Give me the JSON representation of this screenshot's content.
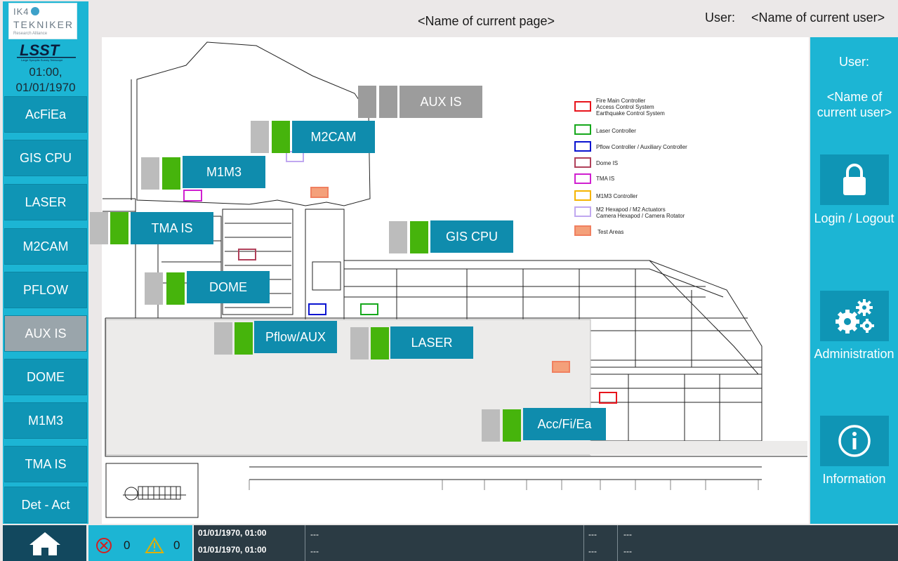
{
  "header": {
    "page_name": "<Name of current page>",
    "user_label": "User:",
    "user_name": "<Name of current user>"
  },
  "left_panel": {
    "logo_text_top": "IK4",
    "logo_text_main": "TEKNIKER",
    "logo_text_sub": "Research Alliance",
    "logo_lsst": "LSST",
    "logo_lsst_sub": "Large Synoptic Survey Telescope",
    "time": "01:00,",
    "date": "01/01/1970",
    "nav": [
      {
        "label": "AcFiEa"
      },
      {
        "label": "GIS CPU"
      },
      {
        "label": "LASER"
      },
      {
        "label": "M2CAM"
      },
      {
        "label": "PFLOW"
      },
      {
        "label": "AUX IS",
        "selected": true
      },
      {
        "label": "DOME"
      },
      {
        "label": "M1M3"
      },
      {
        "label": "TMA IS"
      },
      {
        "label": "Det - Act"
      }
    ]
  },
  "right_panel": {
    "user_label": "User:",
    "user_name": "<Name of current user>",
    "login_label": "Login / Logout",
    "admin_label": "Administration",
    "info_label": "Information"
  },
  "diagram": {
    "subsystems": [
      {
        "name": "AUX IS"
      },
      {
        "name": "M2CAM"
      },
      {
        "name": "M1M3"
      },
      {
        "name": "TMA IS"
      },
      {
        "name": "GIS CPU"
      },
      {
        "name": "DOME"
      },
      {
        "name": "Pflow/AUX"
      },
      {
        "name": "LASER"
      },
      {
        "name": "Acc/Fi/Ea"
      }
    ],
    "legend": [
      {
        "text": "Fire Main Controller\nAccess Control System\nEarthquake Control System",
        "color": "#e8141c"
      },
      {
        "text": "Laser Controller",
        "color": "#16a81c"
      },
      {
        "text": "Pflow Controller / Auxiliary Controller",
        "color": "#0a14d0"
      },
      {
        "text": "Dome IS",
        "color": "#b0405a"
      },
      {
        "text": "TMA IS",
        "color": "#d020d0"
      },
      {
        "text": "M1M3 Controller",
        "color": "#f5b400"
      },
      {
        "text": "M2 Hexapod / M2 Actuators\nCamera Hexapod / Camera Rotator",
        "color": "#c0a8f0"
      },
      {
        "text": "Test Areas",
        "color": "#f08060"
      }
    ]
  },
  "footer": {
    "errors": "0",
    "warnings": "0",
    "rows": [
      {
        "datetime": "01/01/1970, 01:00",
        "msg": "---",
        "c1": "---",
        "c2": "---"
      },
      {
        "datetime": "01/01/1970, 01:00",
        "msg": "---",
        "c1": "---",
        "c2": "---"
      }
    ]
  },
  "colors": {
    "accent": "#1cb5d4",
    "button": "#0f95b5",
    "status_ok": "#46b40c",
    "status_off": "#bcbcbc"
  }
}
